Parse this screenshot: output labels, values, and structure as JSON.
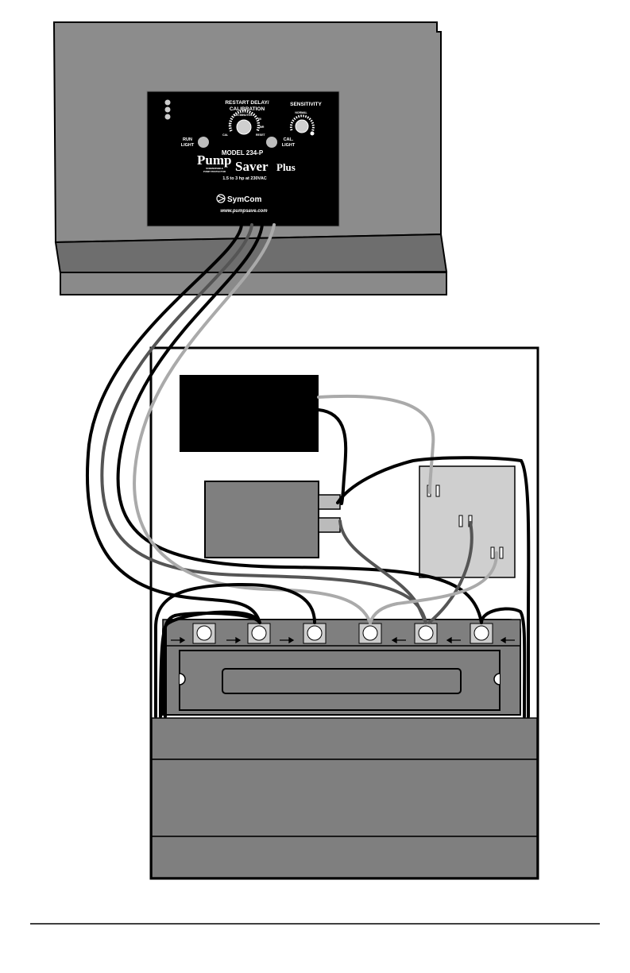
{
  "panel": {
    "restart_delay_label": "RESTART DELAY/",
    "calibration_label": "CALIBRATION",
    "minutes_label": "120 MINUTES",
    "dial_marks": [
      "2",
      "60",
      "CAL",
      "MR",
      "RESET"
    ],
    "sensitivity_label": "SENSITIVITY",
    "normal_label": "NORMAL",
    "run_light_label": [
      "RUN",
      "LIGHT"
    ],
    "cal_light_label": [
      "CAL.",
      "LIGHT"
    ],
    "model_label": "MODEL 234-P",
    "brand_pump": "Pump",
    "brand_saver": "Saver",
    "brand_plus": "Plus",
    "subtitle_small": [
      "SUBMERSIBLE",
      "PUMP PROTECTOR"
    ],
    "rating": "1.5 to 3 hp at 230VAC",
    "company": "SymCom",
    "website": "www.pumpsave.com"
  },
  "colors": {
    "housing_top": "#8c8c8c",
    "housing_bottom": "#6e6e6e",
    "faceplate": "#000000",
    "box_fill": "#7f7f7f",
    "wire_black": "#000000",
    "wire_dark": "#5a5a5a",
    "wire_light": "#aaaaaa"
  }
}
